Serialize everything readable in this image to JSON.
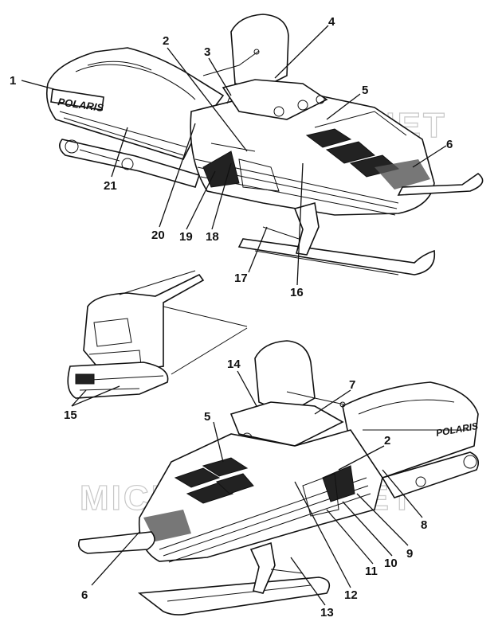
{
  "watermark": "MICROFICHE.NET",
  "brand_logo": "POLARIS",
  "callouts": {
    "c1": "1",
    "c2": "2",
    "c3": "3",
    "c4": "4",
    "c5": "5",
    "c6": "6",
    "c7": "7",
    "c8": "8",
    "c9": "9",
    "c10": "10",
    "c11": "11",
    "c12": "12",
    "c13": "13",
    "c14": "14",
    "c15": "15",
    "c16": "16",
    "c17": "17",
    "c18": "18",
    "c19": "19",
    "c20": "20",
    "c21": "21"
  }
}
